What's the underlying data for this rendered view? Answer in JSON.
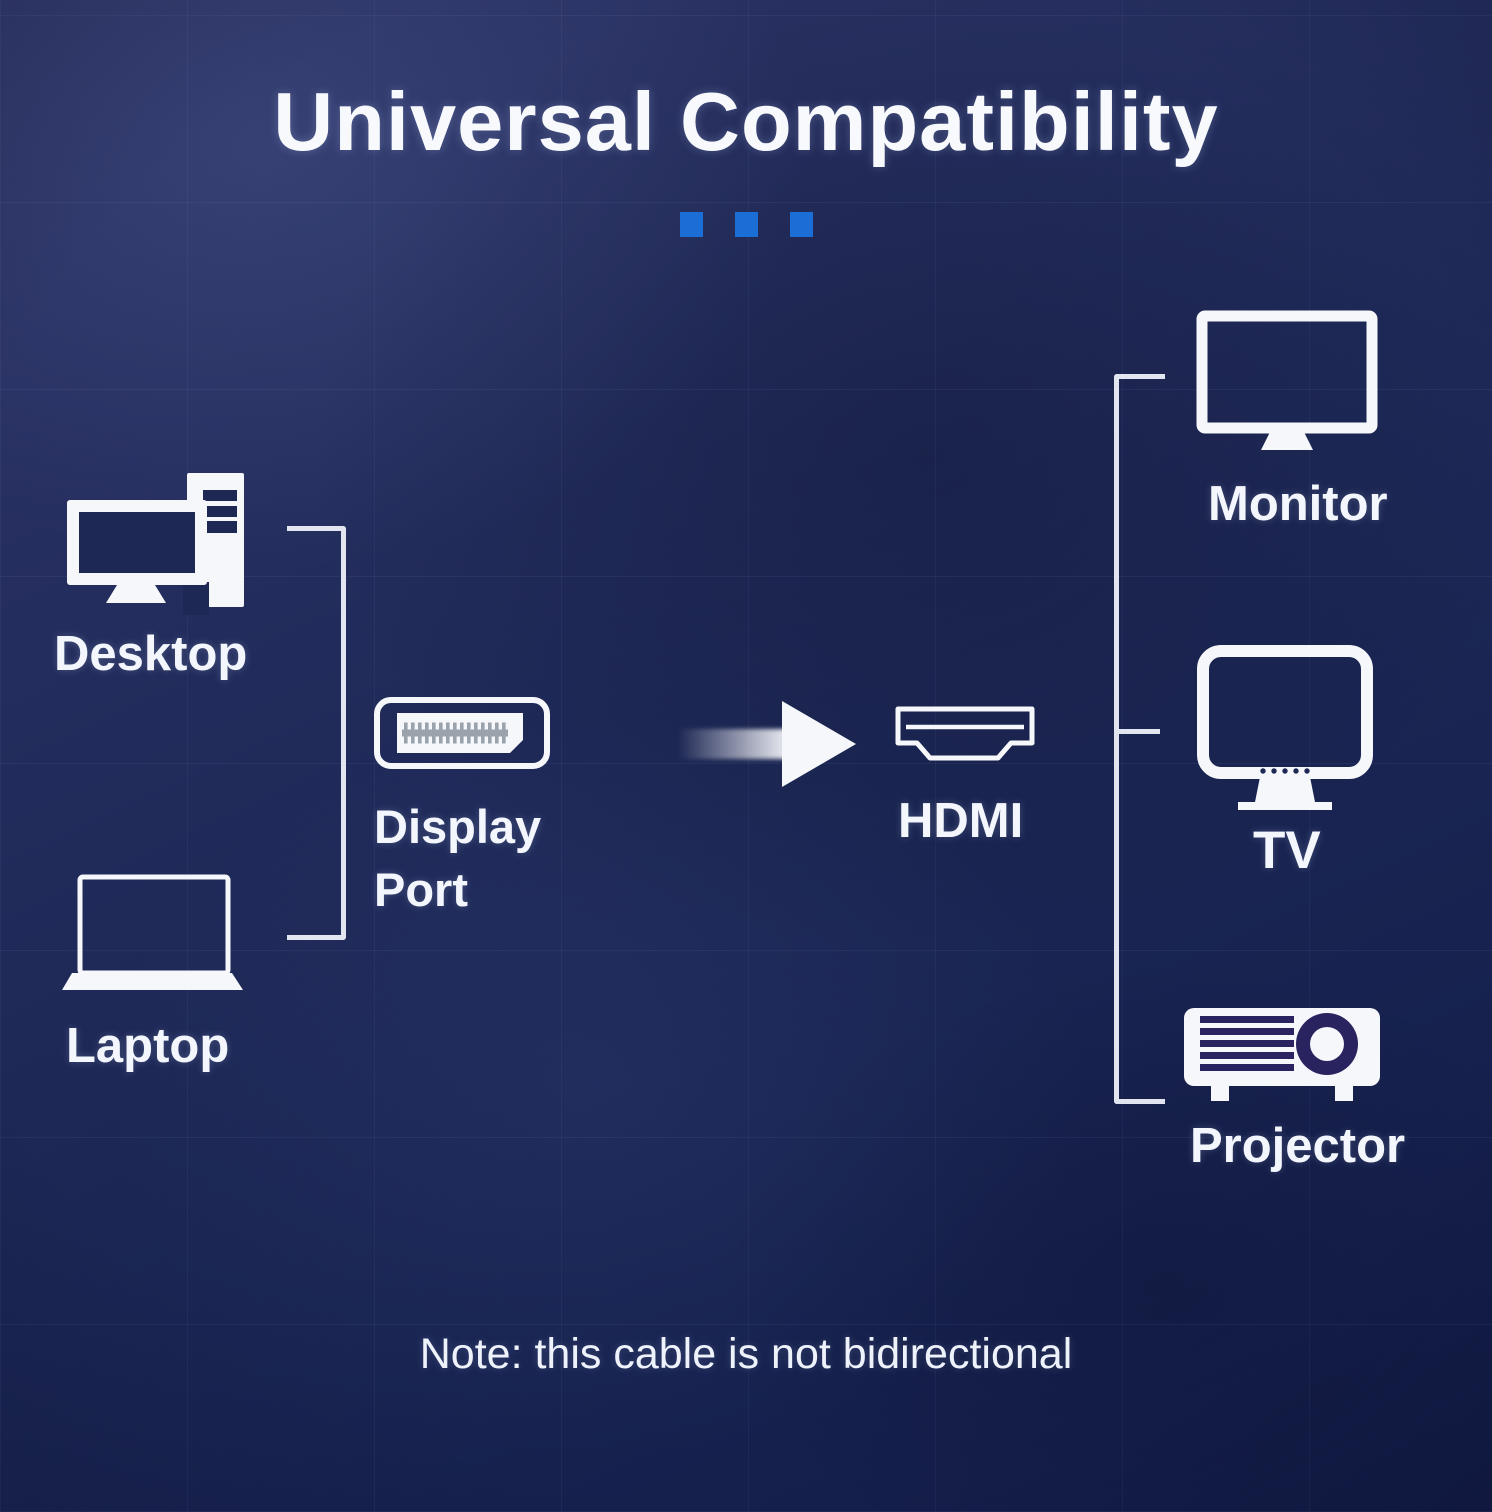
{
  "title": "Universal Compatibility",
  "decor": {
    "dot_count": 3,
    "dot_color": "#1b6ed6"
  },
  "sources": [
    {
      "label": "Desktop",
      "icon": "desktop-icon"
    },
    {
      "label": "Laptop",
      "icon": "laptop-icon"
    }
  ],
  "from_connector": {
    "name_line1": "Display",
    "name_line2": "Port",
    "icon": "displayport-connector-icon"
  },
  "flow": {
    "icon": "arrow-right-icon"
  },
  "to_connector": {
    "name": "HDMI",
    "icon": "hdmi-connector-icon"
  },
  "destinations": [
    {
      "label": "Monitor",
      "icon": "monitor-icon"
    },
    {
      "label": "TV",
      "icon": "tv-icon"
    },
    {
      "label": "Projector",
      "icon": "projector-icon"
    }
  ],
  "note": "Note: this cable is not bidirectional",
  "colors": {
    "accent_blue": "#1b6ed6",
    "icon_white": "#f5f7fb",
    "icon_dark": "#1e2855",
    "projector_dark": "#29245f",
    "pin_gray": "#9aa2ac",
    "background_top": "#2c3365",
    "background_bottom": "#121b46"
  }
}
